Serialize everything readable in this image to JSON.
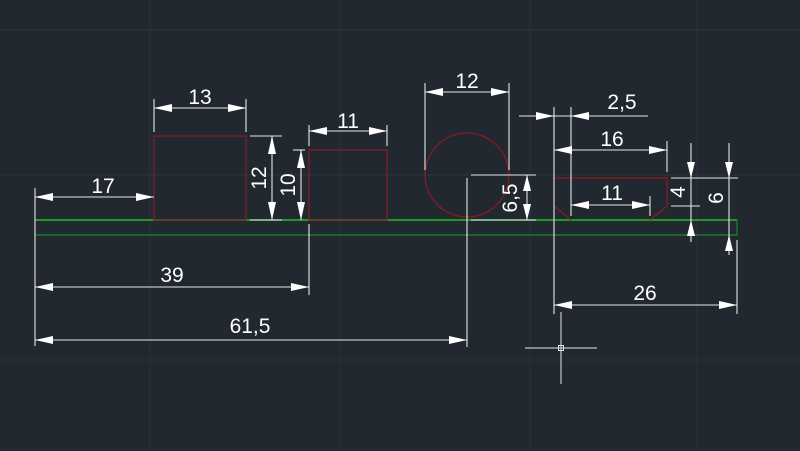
{
  "drawing": {
    "dimensions": {
      "d17": "17",
      "d13": "13",
      "d12a": "12",
      "d10": "10",
      "d11a": "11",
      "d12b": "12",
      "d6_5": "6,5",
      "d2_5": "2,5",
      "d16": "16",
      "d11b": "11",
      "d4": "4",
      "d6": "6",
      "d39": "39",
      "d61_5": "61,5",
      "d26": "26"
    }
  },
  "colors": {
    "background": "#212830",
    "geometry": "#8e1b22",
    "baseline": "#1fbf1f",
    "dimension": "#e6e6e6"
  }
}
